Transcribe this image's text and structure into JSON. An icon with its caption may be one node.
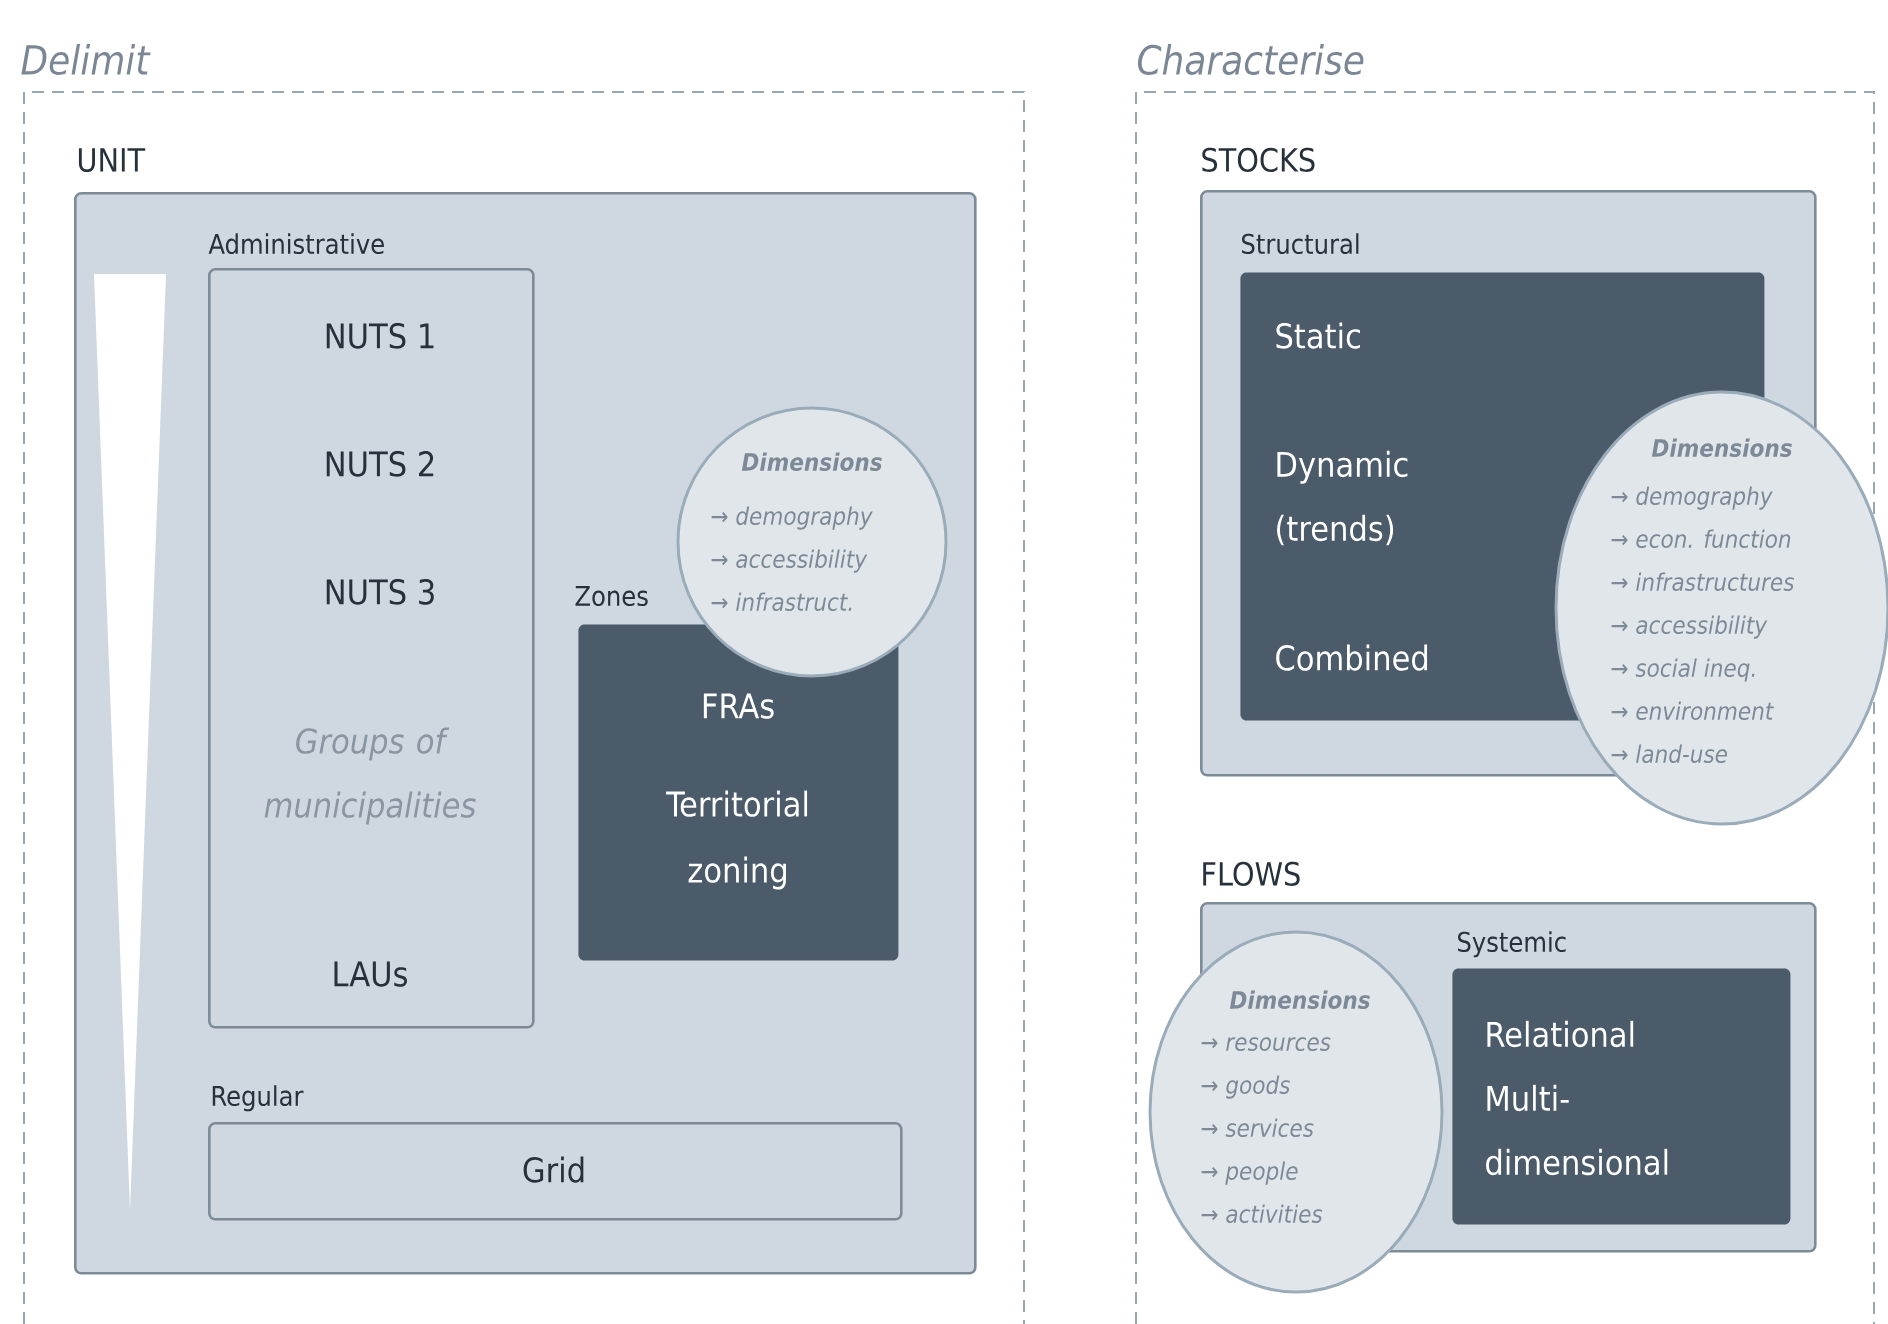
{
  "diagram": {
    "nodes": [
      {
        "text": [
          "Delimit"
        ]
      },
      {
        "text": [
          "UNIT"
        ],
        "in": 0
      },
      {
        "text": [
          "Administrative",
          "NUTS 1",
          "NUTS 2",
          "NUTS 3",
          "Groups of municipalities",
          "LAUs"
        ],
        "in": 1
      },
      {
        "text": [
          "Zones",
          "FRAs",
          "Territorial zoning"
        ],
        "in": 1
      },
      {
        "text": [
          "Dimensions",
          "→ demography",
          "→ accessibility",
          "→ infrastruct."
        ],
        "in": 1
      },
      {
        "text": [
          "Regular",
          "Grid"
        ],
        "in": 1
      },
      {
        "text": [
          "Characterise"
        ]
      },
      {
        "text": [
          "STOCKS"
        ],
        "in": 6
      },
      {
        "text": [
          "Structural",
          "Static",
          "Dynamic (trends)",
          "Combined"
        ],
        "in": 7
      },
      {
        "text": [
          "Dimensions",
          "→ demography",
          "→ econ. function",
          "→ infrastructures",
          "→ accessibility",
          "→ social ineq.",
          "→ environment",
          "→ land-use"
        ],
        "in": 6
      },
      {
        "text": [
          "FLOWS"
        ],
        "in": 6
      },
      {
        "text": [
          "Systemic",
          "Relational Multi-dimensional"
        ],
        "in": 10
      },
      {
        "text": [
          "Dimensions",
          "→ resources",
          "→ goods",
          "→ services",
          "→ people",
          "→ activities"
        ],
        "in": 6
      },
      {
        "text": [],
        "shape": "triangle",
        "in": 1
      }
    ]
  }
}
